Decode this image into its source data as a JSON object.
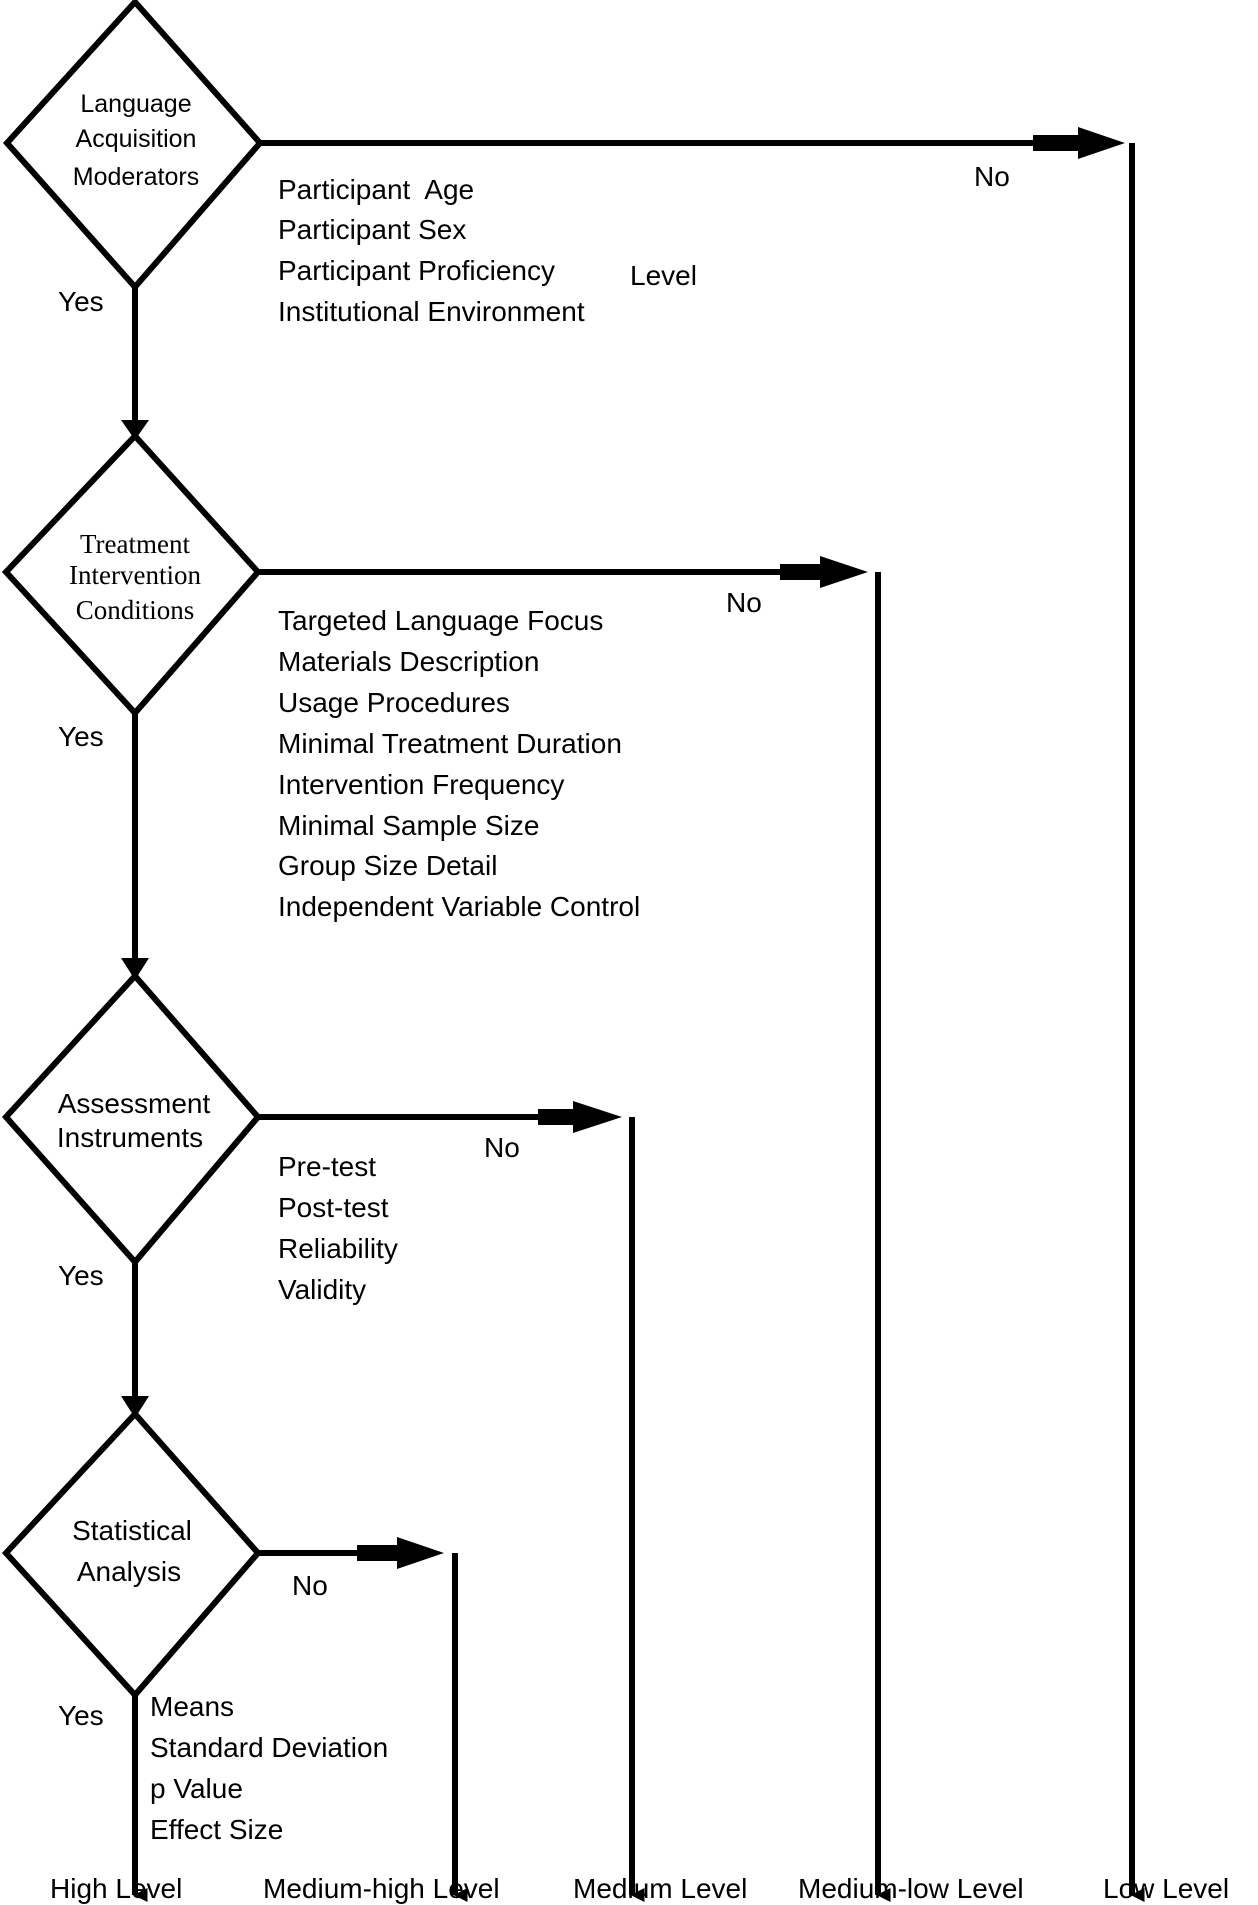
{
  "decisions": [
    {
      "label_lines": [
        "Language",
        "Acquisition",
        "Moderators"
      ],
      "yes": "Yes",
      "no": "No",
      "criteria": [
        "Participant  Age",
        "Participant Sex",
        "Participant Proficiency",
        "Institutional Environment"
      ],
      "criteria_suffix": "Level"
    },
    {
      "label_lines": [
        "Treatment",
        "Intervention",
        "Conditions"
      ],
      "yes": "Yes",
      "no": "No",
      "criteria": [
        "Targeted Language Focus",
        "Materials Description",
        "Usage Procedures",
        "Minimal Treatment Duration",
        "Intervention Frequency",
        "Minimal Sample Size",
        "Group Size Detail",
        "Independent Variable Control"
      ]
    },
    {
      "label_lines": [
        "Assessment",
        "Instruments"
      ],
      "yes": "Yes",
      "no": "No",
      "criteria": [
        "Pre-test",
        "Post-test",
        "Reliability",
        "Validity"
      ]
    },
    {
      "label_lines": [
        "Statistical",
        "Analysis"
      ],
      "yes": "Yes",
      "no": "No",
      "criteria": [
        "Means",
        "Standard Deviation",
        "p Value",
        "Effect Size"
      ]
    }
  ],
  "outcomes": [
    "High Level",
    "Medium-high Level",
    "Medium Level",
    "Medium-low Level",
    "Low Level"
  ],
  "colors": {
    "ink": "#000000",
    "background": "#ffffff"
  }
}
